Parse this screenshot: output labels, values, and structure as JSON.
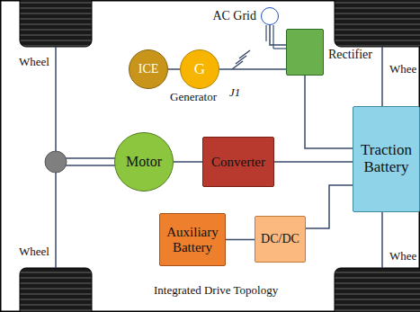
{
  "diagram": {
    "caption": "Integrated Drive Topology",
    "nodes": [
      {
        "text": [
          "AC Grid"
        ]
      },
      {
        "text": [
          "ICE"
        ]
      },
      {
        "text": [
          "G"
        ]
      },
      {
        "text": [
          "Rectifier"
        ]
      },
      {
        "text": [
          "Motor"
        ]
      },
      {
        "text": [
          "Converter"
        ]
      },
      {
        "text": [
          "Traction Battery"
        ]
      },
      {
        "text": [
          "Auxiliary Battery"
        ]
      },
      {
        "text": [
          "DC/DC"
        ]
      }
    ],
    "edges": [
      {
        "from": 1,
        "to": 2,
        "arrow": "none"
      },
      {
        "from": 2,
        "to": 3,
        "arrow": "none"
      },
      {
        "from": 0,
        "to": 3,
        "arrow": "none"
      },
      {
        "from": 4,
        "to": 5,
        "arrow": "none"
      },
      {
        "from": 3,
        "to": 6,
        "arrow": "none"
      },
      {
        "from": 5,
        "to": 6,
        "arrow": "none"
      },
      {
        "from": 7,
        "to": 8,
        "arrow": "none"
      },
      {
        "from": 8,
        "to": 6,
        "arrow": "none"
      }
    ],
    "labels": [
      "Wheel",
      "Whee",
      "Generator",
      "J1",
      "Wheel",
      "Whee"
    ]
  }
}
